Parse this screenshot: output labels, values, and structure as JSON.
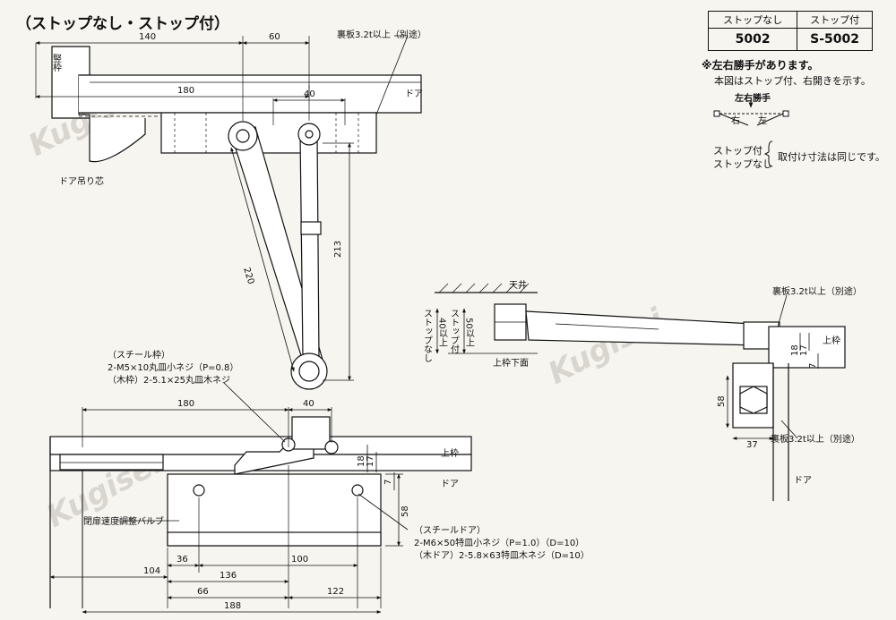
{
  "title": "（ストップなし・ストップ付）",
  "spec_table": {
    "headers": [
      "ストップなし",
      "ストップ付"
    ],
    "models": [
      "5002",
      "S-5002"
    ]
  },
  "notes": {
    "main": "※左右勝手があります。",
    "sub": "本図はストップ付、右開きを示す。",
    "hand_title": "左右勝手",
    "hand_right": "右",
    "hand_left": "左",
    "stop_with": "ストップ付",
    "stop_without": "ストップなし",
    "same_dims": "取付け寸法は同じです。"
  },
  "top_view": {
    "frame_label": "竪枠",
    "door_label": "ドア",
    "pivot_label": "ドア吊り芯",
    "backplate_label": "裏板3.2t以上（別途）",
    "dim_140": "140",
    "dim_60": "60",
    "dim_180": "180",
    "dim_40": "40",
    "dim_220": "220",
    "dim_213": "213"
  },
  "front_view": {
    "frame_screw_title": "（スチール枠）",
    "frame_screw_steel": "2-M5×10丸皿小ネジ（P=0.8）",
    "frame_screw_wood": "（木枠）2-5.1×25丸皿木ネジ",
    "dim_180": "180",
    "dim_40": "40",
    "upper_frame_label": "上枠",
    "door_label": "ドア",
    "dim_18": "18",
    "dim_17": "17",
    "dim_7": "7",
    "dim_58": "58",
    "valve_label": "閉扉速度調整バルブ",
    "door_screw_title": "（スチールドア）",
    "door_screw_steel": "2-M6×50特皿小ネジ（P=1.0）（D=10）",
    "door_screw_wood": "（木ドア）2-5.8×63特皿木ネジ（D=10）",
    "dim_104": "104",
    "dim_36": "36",
    "dim_100": "100",
    "dim_136": "136",
    "dim_66": "66",
    "dim_122": "122",
    "dim_188": "188"
  },
  "side_view": {
    "ceiling_label": "天井",
    "no_stop": "ストップなし",
    "no_stop_min": "40以上",
    "with_stop": "ストップ付",
    "with_stop_min": "50以上",
    "upper_frame_bottom": "上枠下面",
    "backplate_top": "裏板3.2t以上（別途）",
    "upper_frame_label": "上枠",
    "dim_18": "18",
    "dim_17": "17",
    "dim_7": "7",
    "dim_58": "58",
    "dim_37": "37",
    "backplate_bottom": "裏板3.2t以上（別途）",
    "door_label": "ドア"
  },
  "watermark": "Kugisei"
}
